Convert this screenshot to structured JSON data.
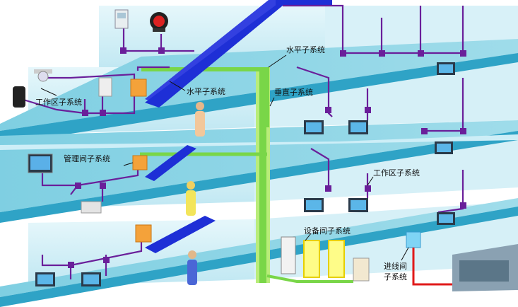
{
  "labels": {
    "horizontal_top": "水平子系统",
    "horizontal_mid": "水平子系统",
    "vertical": "垂直子系统",
    "work_area_left": "工作区子系统",
    "admin_room": "管理间子系统",
    "work_area_right": "工作区子系统",
    "equipment_room": "设备间子系统",
    "entrance_line1": "进线间",
    "entrance_line2": "子系统"
  },
  "colors": {
    "floor_top": "#8fd3e3",
    "floor_side": "#2a9fc4",
    "wall": "#cfeef7",
    "horizontal_cable": "#1e2fd6",
    "vertical_cable": "#79d648",
    "station_cable": "#6a1f9a",
    "entrance_cable": "#e01a1a",
    "patch_panel": "#f4a23a",
    "equipment_rack": "#f6f23a"
  },
  "icons": [
    "camera-icon",
    "alarm-icon",
    "card-reader-icon",
    "monitor-icon",
    "phone-icon",
    "computer-icon",
    "laptop-icon",
    "person-icon",
    "server-icon",
    "building-icon"
  ]
}
